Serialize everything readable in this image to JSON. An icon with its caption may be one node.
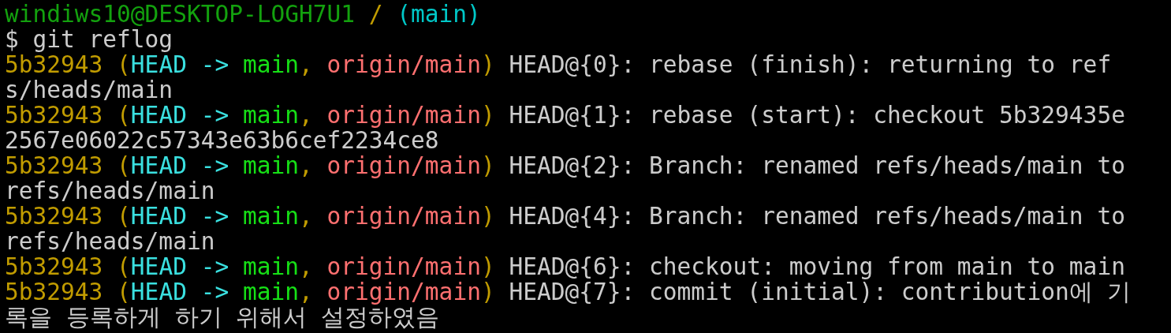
{
  "diagram": {
    "labels": [
      "windiws10@DESKTOP-LOGH7U1",
      "/",
      "(main)",
      "$ git reflog",
      "5b32943",
      "(",
      "HEAD ->",
      "main",
      ",",
      "origin/main",
      ")",
      "HEAD@{0}: rebase (finish): returning to refs/heads/main",
      "5b32943",
      "(",
      "HEAD ->",
      "main",
      ",",
      "origin/main",
      ")",
      "HEAD@{1}: rebase (start): checkout 5b329435e2567e06022c57343e63b6cef2234ce8",
      "5b32943",
      "(",
      "HEAD ->",
      "main",
      ",",
      "origin/main",
      ")",
      "HEAD@{2}: Branch: renamed refs/heads/main to refs/heads/main",
      "5b32943",
      "(",
      "HEAD ->",
      "main",
      ",",
      "origin/main",
      ")",
      "HEAD@{4}: Branch: renamed refs/heads/main to refs/heads/main",
      "5b32943",
      "(",
      "HEAD ->",
      "main",
      ",",
      "origin/main",
      ")",
      "HEAD@{6}: checkout: moving from main to main",
      "5b32943",
      "(",
      "HEAD ->",
      "main",
      ",",
      "origin/main",
      ")",
      "HEAD@{7}: commit (initial): contribution에 기록을 등록하게 하기 위해서 설정하였음"
    ]
  }
}
